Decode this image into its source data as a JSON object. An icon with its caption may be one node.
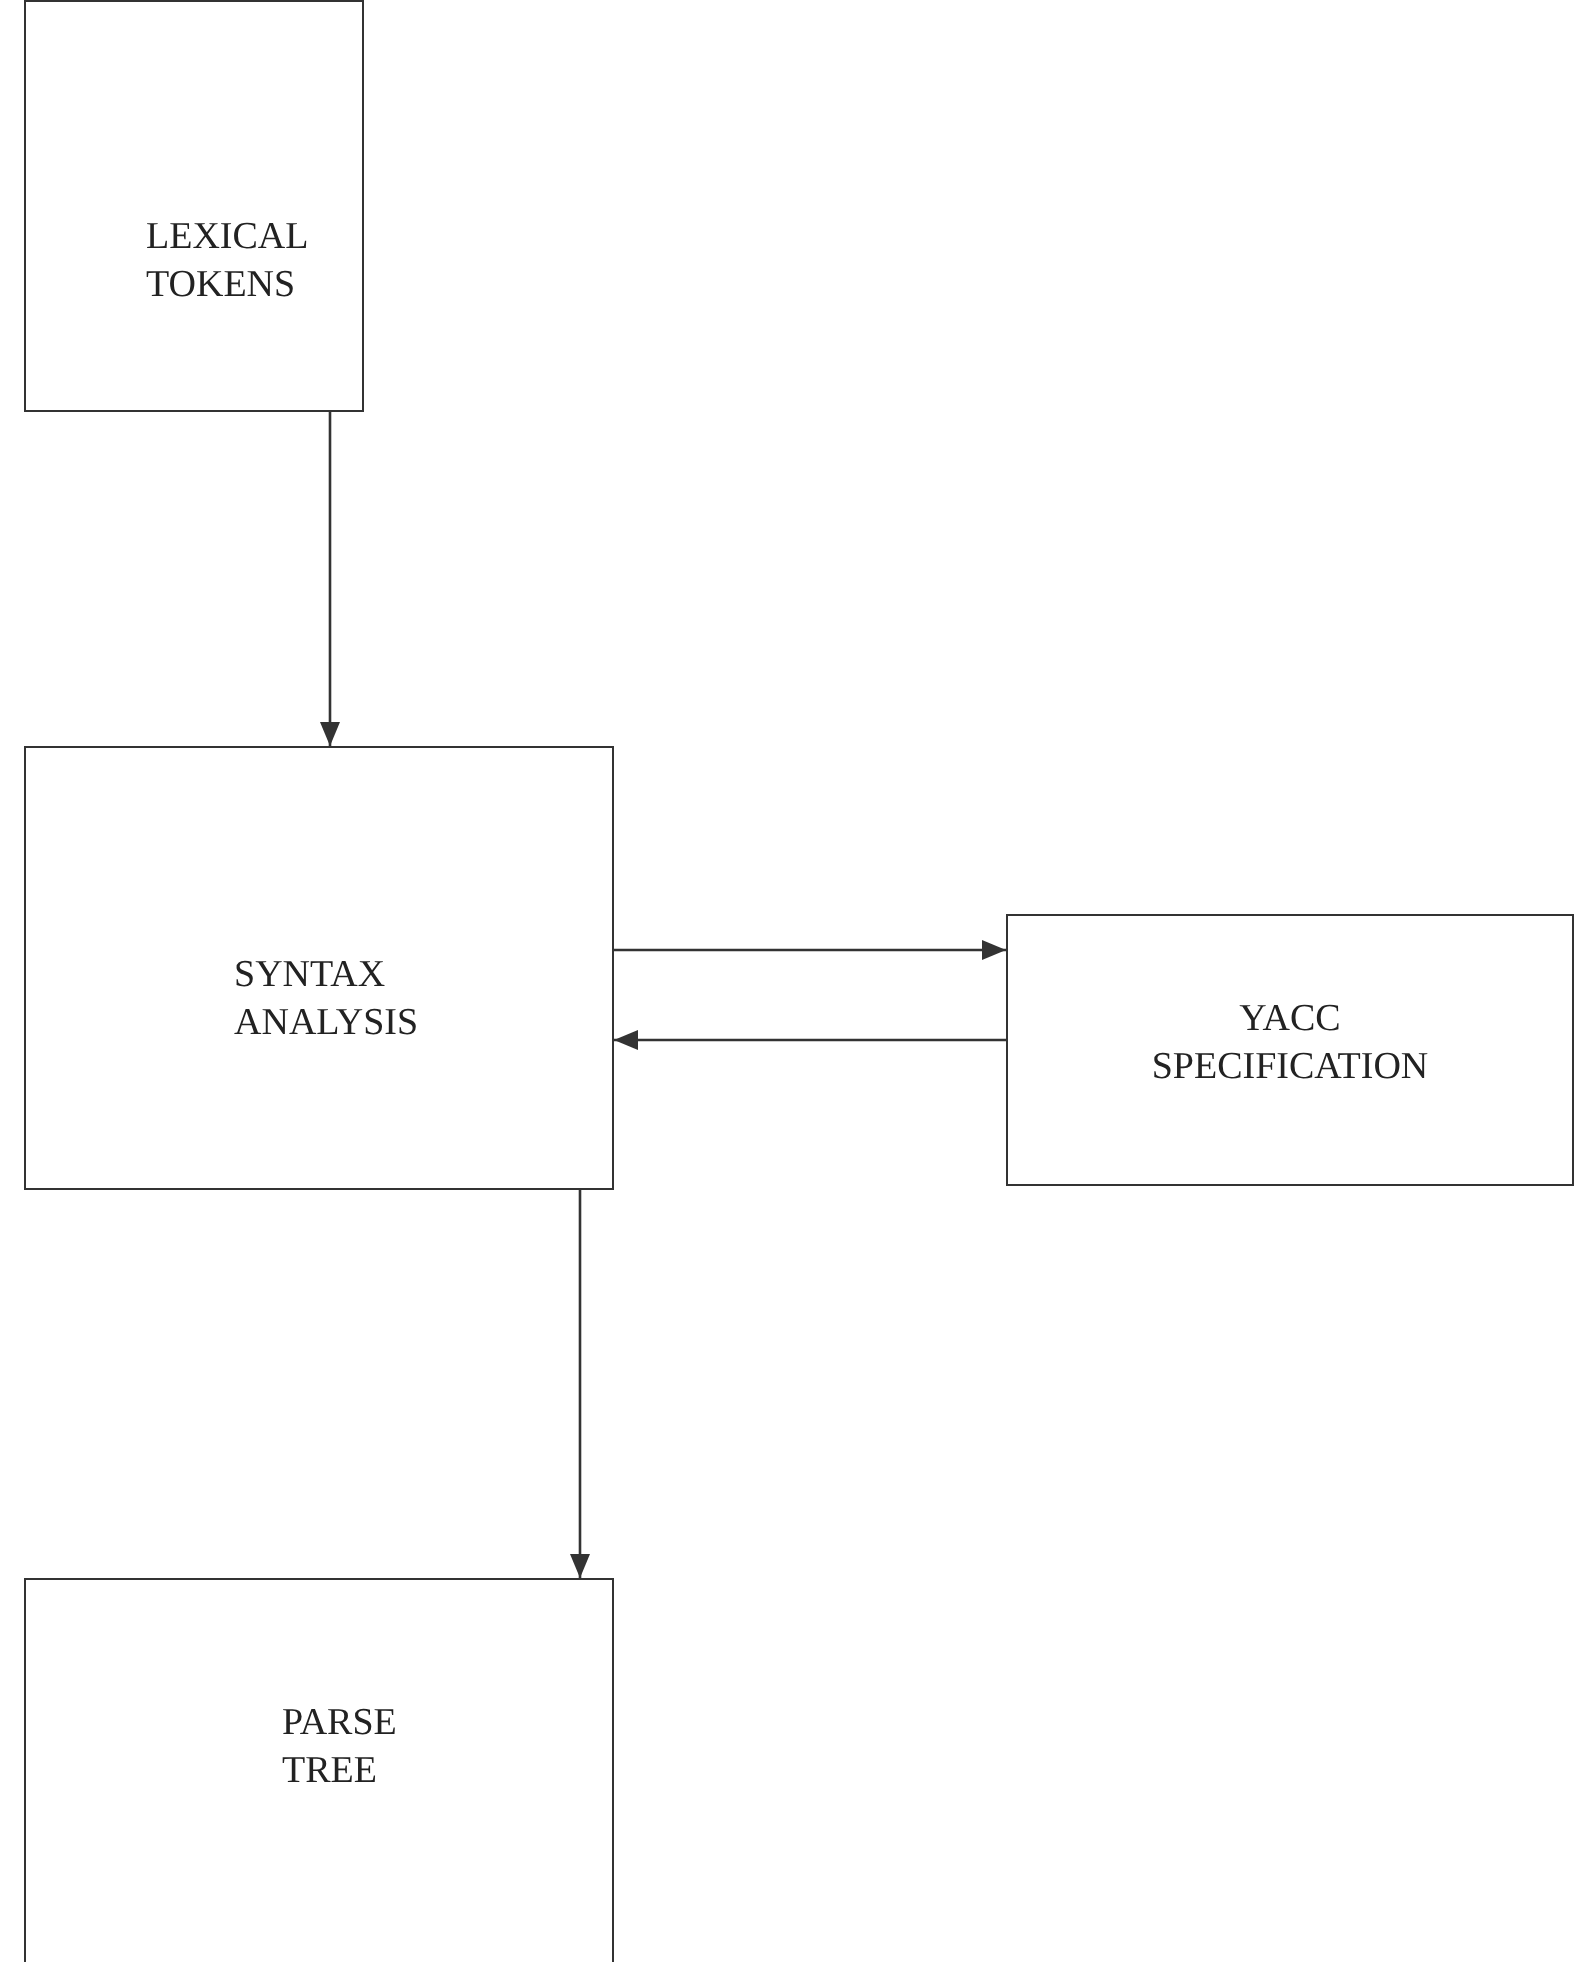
{
  "diagram": {
    "nodes": [
      {
        "text": [
          "LEXICAL TOKENS"
        ]
      },
      {
        "text": [
          "SYNTAX ANALYSIS"
        ]
      },
      {
        "text": [
          "YACC SPECIFICATION"
        ]
      },
      {
        "text": [
          "PARSE TREE"
        ]
      }
    ],
    "edges": [
      {
        "from": 0,
        "to": 1,
        "arrow": "to"
      },
      {
        "from": 1,
        "to": 2,
        "arrow": "to"
      },
      {
        "from": 2,
        "to": 1,
        "arrow": "to"
      },
      {
        "from": 1,
        "to": 3,
        "arrow": "to"
      }
    ]
  }
}
